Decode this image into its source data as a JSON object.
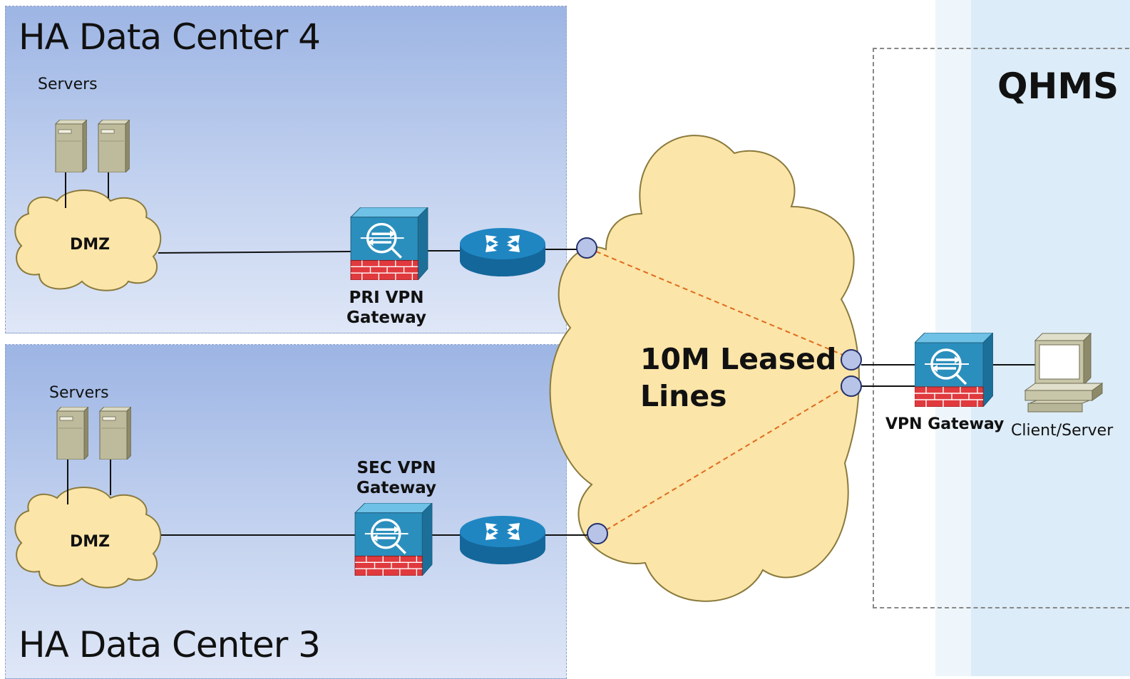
{
  "data_center_4": {
    "title": "HA Data Center 4",
    "servers_label": "Servers",
    "dmz_label": "DMZ",
    "gateway_label_line1": "PRI VPN",
    "gateway_label_line2": "Gateway"
  },
  "data_center_3": {
    "title": "HA Data Center 3",
    "servers_label": "Servers",
    "dmz_label": "DMZ",
    "gateway_label_line1": "SEC VPN",
    "gateway_label_line2": "Gateway"
  },
  "wan": {
    "label_line1": "10M Leased",
    "label_line2": "Lines"
  },
  "qhms": {
    "title": "QHMS",
    "gateway_label": "VPN Gateway",
    "client_label": "Client/Server"
  },
  "colors": {
    "cloud_fill": "#fbe5a8",
    "cloud_stroke": "#8a7a3c",
    "firewall_blue": "#2b8fbd",
    "firewall_brick": "#e03a3e",
    "router_blue": "#1f86c2",
    "tunnel_line": "#e06a1e",
    "dc_gradient_top": "#9db5e4"
  }
}
